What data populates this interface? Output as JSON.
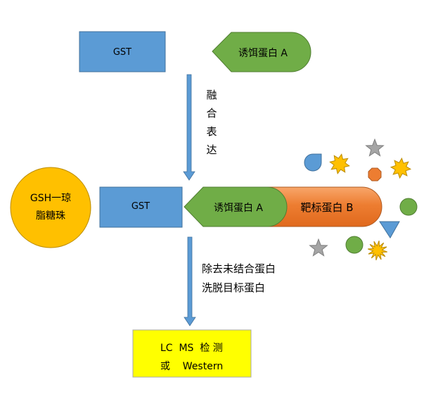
{
  "top_gst": {
    "label": "GST"
  },
  "top_bait": {
    "label": "诱饵蛋白 A"
  },
  "fusion_step": {
    "lines": [
      "融",
      "合",
      "表",
      "达"
    ]
  },
  "bead": {
    "line1": "GSH一琼",
    "line2": "脂糖珠"
  },
  "mid_gst": {
    "label": "GST"
  },
  "mid_bait": {
    "label": "诱饵蛋白 A"
  },
  "target": {
    "label": "靶标蛋白 B"
  },
  "wash_step": {
    "line1": "除去未结合蛋白",
    "line2": "洗脱目标蛋白"
  },
  "result": {
    "line1": "LC  MS  检 测",
    "line2": "或    Western"
  },
  "colors": {
    "gst_fill": "#5b9bd5",
    "gst_stroke": "#41719c",
    "bait_fill": "#70ad47",
    "bait_stroke": "#507e32",
    "target_fill": "#ed7d31",
    "target_stroke": "#ae5a21",
    "bead_fill": "#ffc000",
    "bead_stroke": "#bc8c00",
    "result_fill": "#ffff00",
    "result_stroke": "#a9a9a9",
    "arrow_fill": "#5b9bd5",
    "gray_shape": "#a5a5a5"
  },
  "decorations": [
    "blue-teardrop-icon",
    "gold-starburst-icon",
    "gray-star-icon",
    "orange-octagon-icon",
    "gold-starburst-icon",
    "green-circle-icon",
    "blue-triangle-icon",
    "gray-star-icon",
    "green-circle-icon",
    "gold-explosion-icon"
  ]
}
